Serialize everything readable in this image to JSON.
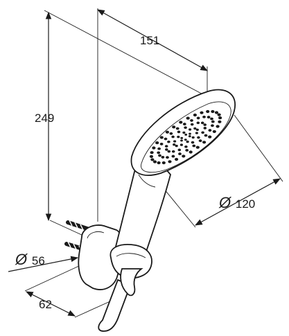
{
  "dimensions": {
    "width_label": "151",
    "height_label": "249",
    "head_diameter_label": "120",
    "holder_diameter_label": "56",
    "holder_depth_label": "62",
    "diameter_symbol": "Ø"
  },
  "colors": {
    "line": "#1a1a1a",
    "background": "#ffffff"
  }
}
